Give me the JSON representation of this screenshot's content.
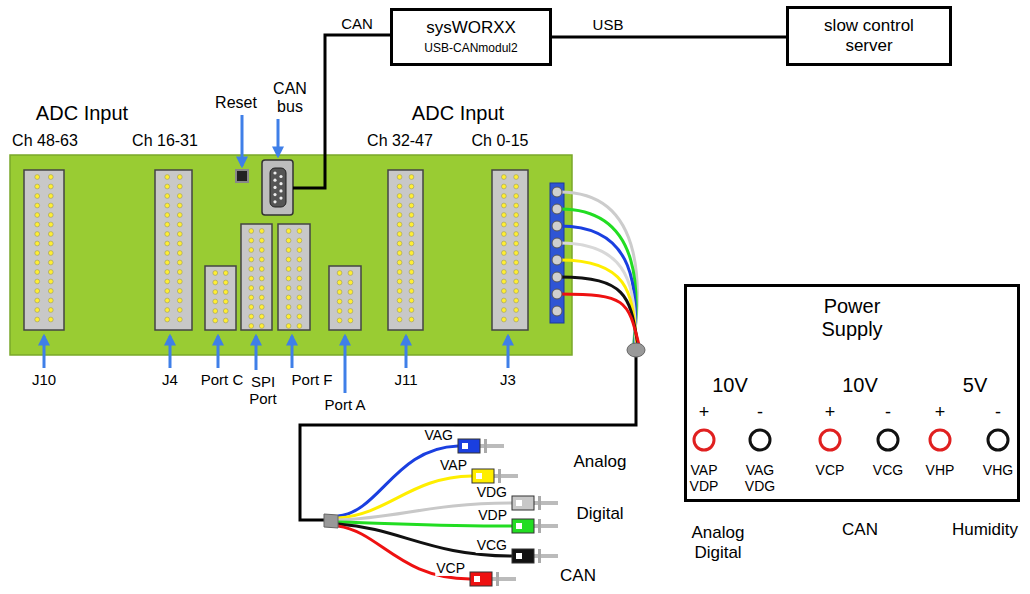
{
  "diagram": {
    "nodes": [
      {
        "text": [
          "sysWORXX",
          "USB-CANmodul2"
        ]
      },
      {
        "text": [
          "slow control server"
        ]
      },
      {
        "text": [
          "Power Supply"
        ]
      }
    ],
    "edges": [
      {
        "from": 0,
        "to": 1,
        "arrow": "none",
        "label": "USB"
      }
    ],
    "labels": [
      "CAN",
      "ADC Input",
      "ADC Input",
      "Reset",
      "CAN bus",
      "Ch 48-63",
      "Ch 16-31",
      "Ch 32-47",
      "Ch 0-15",
      "J10",
      "J4",
      "Port C",
      "SPI Port",
      "Port F",
      "Port A",
      "J11",
      "J3",
      "VAG",
      "VAP",
      "VDG",
      "VDP",
      "VCG",
      "VCP",
      "Analog",
      "Digital",
      "CAN",
      "10V",
      "10V",
      "5V",
      "+",
      "-",
      "+",
      "-",
      "+",
      "-",
      "VAP VDP",
      "VAG VDG",
      "VCP",
      "VCG",
      "VHP",
      "VHG",
      "Analog Digital",
      "CAN",
      "Humidity"
    ]
  }
}
